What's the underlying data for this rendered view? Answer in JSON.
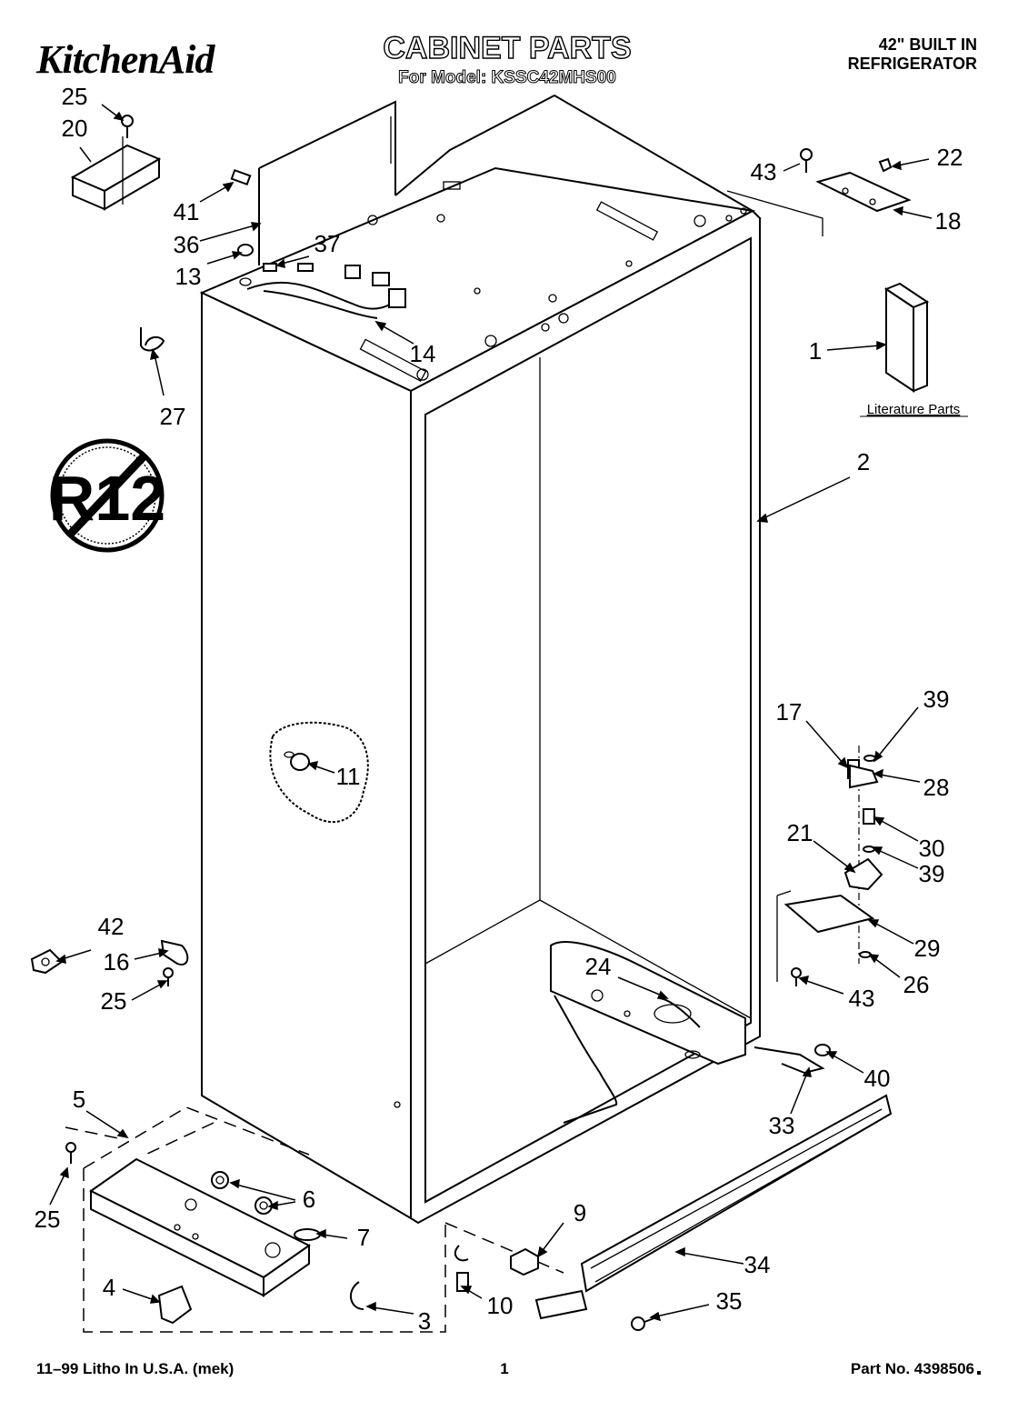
{
  "header": {
    "brand": "KitchenAid",
    "title": "CABINET PARTS",
    "model_line": "For Model: KSSC42MHS00",
    "product_line1": "42\" BUILT IN",
    "product_line2": "REFRIGERATOR"
  },
  "literature_label": "Literature Parts",
  "badge_text": "R12",
  "callouts": {
    "c1": "1",
    "c2": "2",
    "c3": "3",
    "c4": "4",
    "c5": "5",
    "c6": "6",
    "c7": "7",
    "c9": "9",
    "c10": "10",
    "c11": "11",
    "c13": "13",
    "c14": "14",
    "c16": "16",
    "c17": "17",
    "c18": "18",
    "c20": "20",
    "c21": "21",
    "c22": "22",
    "c24": "24",
    "c25a": "25",
    "c25b": "25",
    "c25c": "25",
    "c26": "26",
    "c27": "27",
    "c28": "28",
    "c29": "29",
    "c30": "30",
    "c33": "33",
    "c34": "34",
    "c35": "35",
    "c36": "36",
    "c37": "37",
    "c39a": "39",
    "c39b": "39",
    "c40": "40",
    "c41": "41",
    "c42": "42",
    "c43a": "43",
    "c43b": "43"
  },
  "footer": {
    "left": "11–99 Litho In U.S.A. (mek)",
    "page": "1",
    "part_no": "Part No. 4398506"
  }
}
